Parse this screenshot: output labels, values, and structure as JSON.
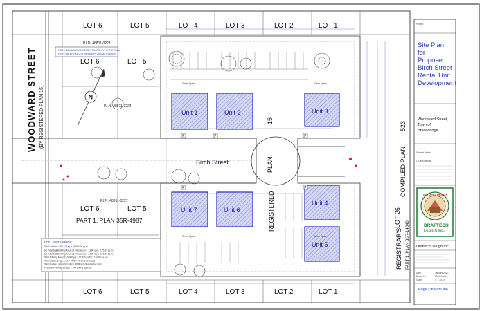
{
  "lots_top": [
    "LOT 6",
    "LOT 5",
    "LOT 4",
    "LOT 3",
    "LOT 2",
    "LOT 1"
  ],
  "lots_bottom": [
    "LOT 6",
    "LOT 5",
    "LOT 4",
    "LOT 3",
    "LOT 2",
    "LOT 1"
  ],
  "lots_mid_upper": [
    "LOT 6",
    "LOT 5"
  ],
  "lots_mid_lower": [
    "LOT 6",
    "LOT 5"
  ],
  "units": [
    "Unit 1",
    "Unit 2",
    "Unit 3",
    "Unit 4",
    "Unit 5",
    "Unit 6",
    "Unit 7"
  ],
  "streets": {
    "woodward": "WOODWARD    STREET",
    "woodward_sub": "(BY REGISTERED PLAN 15)",
    "birch": "Birch   Street",
    "plan": "PLAN",
    "plan_15": "15",
    "registered": "REGISTERED",
    "compiled": "COMPILED    PLAN",
    "compiled_523": "523",
    "lot_26": "LOT   26",
    "registrars": "REGISTRAR'S",
    "part1_right": "PART 1, PLAN 35R-14840"
  },
  "parcel_labels": {
    "part1": "PART 1, PLAN 35R-4987",
    "pin_a": "P.I.N. 48811-0223",
    "pin_b": "P.I.N. 48811-0224",
    "pin_c": "P.I.N. 48811-0227"
  },
  "notes_box": {
    "line1": "NOTE:  BLUE MEASUREMENTS ARE HYPOTHETICAL",
    "line2": "NOTE:  BLACK MEASUREMENTS ARE ACCURATE"
  },
  "misc": {
    "green_space": "Green Space",
    "parking": "P",
    "north": "N"
  },
  "lot_calc": {
    "title": "Lot Calculations:",
    "rows": [
      "Total Lot Area                          = 50,418 sq.ft. (4,684.06 sq.m.)",
      "(4) Individual Building Areas (7 units each)  =  1,890 sq.ft. (175.57 sq.m.)",
      "(3) Individual Building Areas (6 units each)  =  1,620 sq.ft. (150.50 sq.m.)",
      "Total Building Areas (7 buildings)        = 12,420 sq.ft. (1,153.86 sq.m.)",
      "Total Lot Coverage Area                  = 24.6% Percent Coverage",
      "Total Number of Rental Units              = 46 Residential Rental Units",
      "Proposed Parking Spaces                   = 70 Parking Spaces"
    ]
  },
  "title_block": {
    "project_label": "Project:",
    "title_lines": [
      "Site Plan",
      "for",
      "Proposed",
      "Birch Street",
      "Rental Unit",
      "Development"
    ],
    "location_lines": [
      "Woodward Street,",
      "Town of",
      "Bracebridge"
    ],
    "general_notes": "General Notes:",
    "legend": "1. Descriptions",
    "stamp_top": "NATURAL DESIGN",
    "stamp_name": "DRAFTECH",
    "stamp_sub": "DESIGN INC.",
    "company": "DraftechDesign Inc.",
    "company_display": "DraftechDesign Inc.",
    "date_label": "Date:",
    "date_value": "January 2020",
    "drawn_label": "Drawn by:",
    "drawn_value": "Mark Jones",
    "scale_label": "Scale:",
    "scale_value": "1\" = 20'-0\"",
    "page": "Page One of One"
  },
  "colors": {
    "unit_blue": "#2a2ac8",
    "unit_fill": "#c9cdf0",
    "dim_blue": "#5566cc",
    "title_blue": "#1f3fb8",
    "marker_red": "#d22222",
    "stamp_green": "#1f7a33",
    "stamp_red": "#c0392b"
  }
}
